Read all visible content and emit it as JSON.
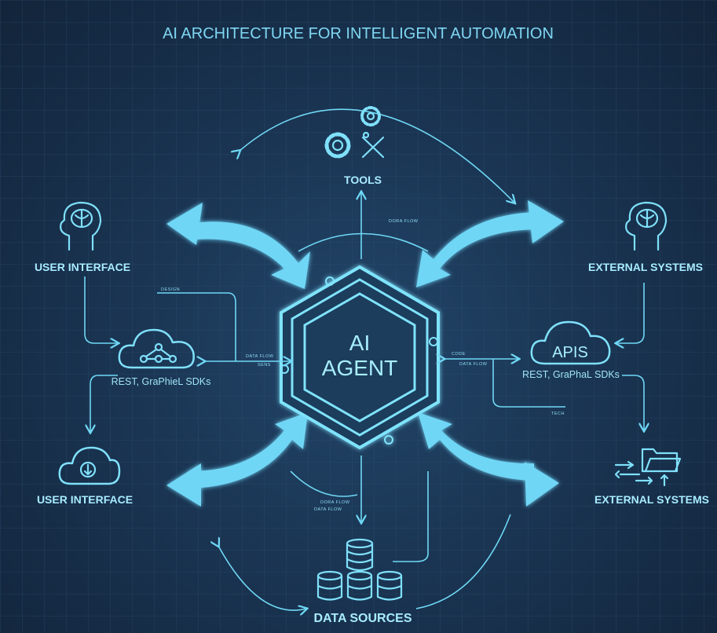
{
  "title": "AI ARCHITECTURE FOR INTELLIGENT AUTOMATION",
  "center": {
    "line1": "AI",
    "line2": "AGENT"
  },
  "nodes": {
    "tools": "TOOLS",
    "user_interface_top": "USER INTERFACE",
    "user_interface_bottom": "USER INTERFACE",
    "external_systems_top": "EXTERNAL SYSTEMS",
    "external_systems_bottom": "EXTERNAL SYSTEMS",
    "apis": "APIS",
    "data_sources": "DATA SOURCES"
  },
  "sublabels": {
    "left_cloud": "REST, GraPhieL SDKs",
    "apis_cloud": "REST, GraPhaL SDKs"
  },
  "flow_labels": {
    "top": "DORA FLOW",
    "left_top": "DESIGN",
    "left_mid": "DATA FLOW",
    "left_mid2": "SENS",
    "right_top": "CODE",
    "right_mid": "DATA FLOW",
    "right_bottom": "TECH",
    "bottom1": "DORA FLOW",
    "bottom2": "DATA FLOW"
  },
  "colors": {
    "background": "#1a3553",
    "accent": "#6fd6f6",
    "text": "#8fe3fa"
  }
}
